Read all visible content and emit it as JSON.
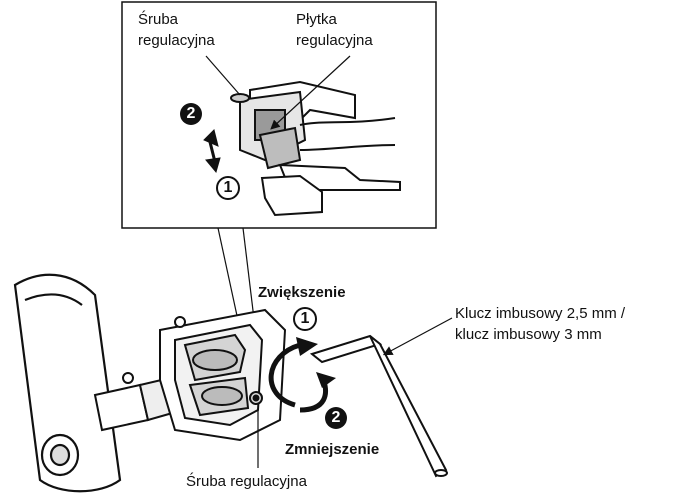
{
  "inset": {
    "label_screw": [
      "Śruba",
      "regulacyjna"
    ],
    "label_plate": [
      "Płytka",
      "regulacyjna"
    ],
    "step_1": "1",
    "step_2": "2"
  },
  "main": {
    "label_increase": "Zwiększenie",
    "label_decrease": "Zmniejszenie",
    "label_wrench": [
      "Klucz imbusowy 2,5 mm /",
      "klucz imbusowy 3 mm"
    ],
    "label_screw_bottom": "Śruba regulacyjna",
    "step_1": "1",
    "step_2": "2"
  }
}
